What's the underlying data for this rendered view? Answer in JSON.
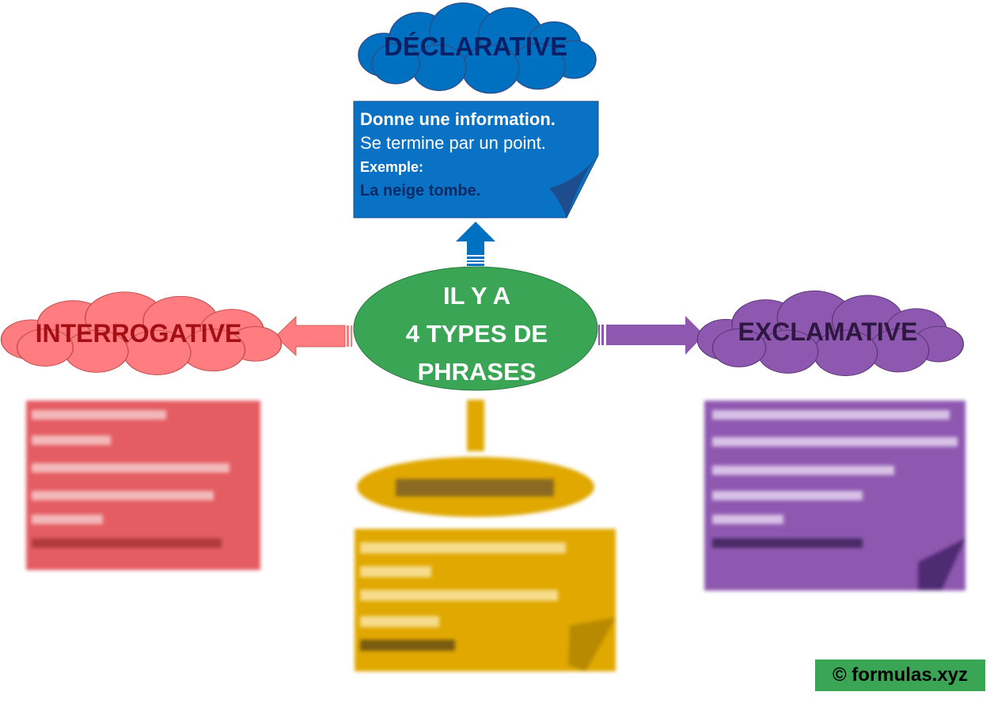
{
  "center": {
    "lines": [
      "IL Y A",
      "4 TYPES DE",
      "PHRASES"
    ]
  },
  "declarative": {
    "title": "DÉCLARATIVE",
    "line1": "Donne une information.",
    "line2": "Se termine par un point.",
    "example_label": "Exemple:",
    "example": "La neige tombe."
  },
  "interrogative": {
    "title": "INTERROGATIVE"
  },
  "exclamative": {
    "title": "EXCLAMATIVE"
  },
  "copyright": "© formulas.xyz",
  "colors": {
    "declarative": "#0070c0",
    "interrogative": "#ff7c80",
    "exclamative": "#8e58b0",
    "imperative": "#e0a800",
    "center": "#3aa655"
  }
}
